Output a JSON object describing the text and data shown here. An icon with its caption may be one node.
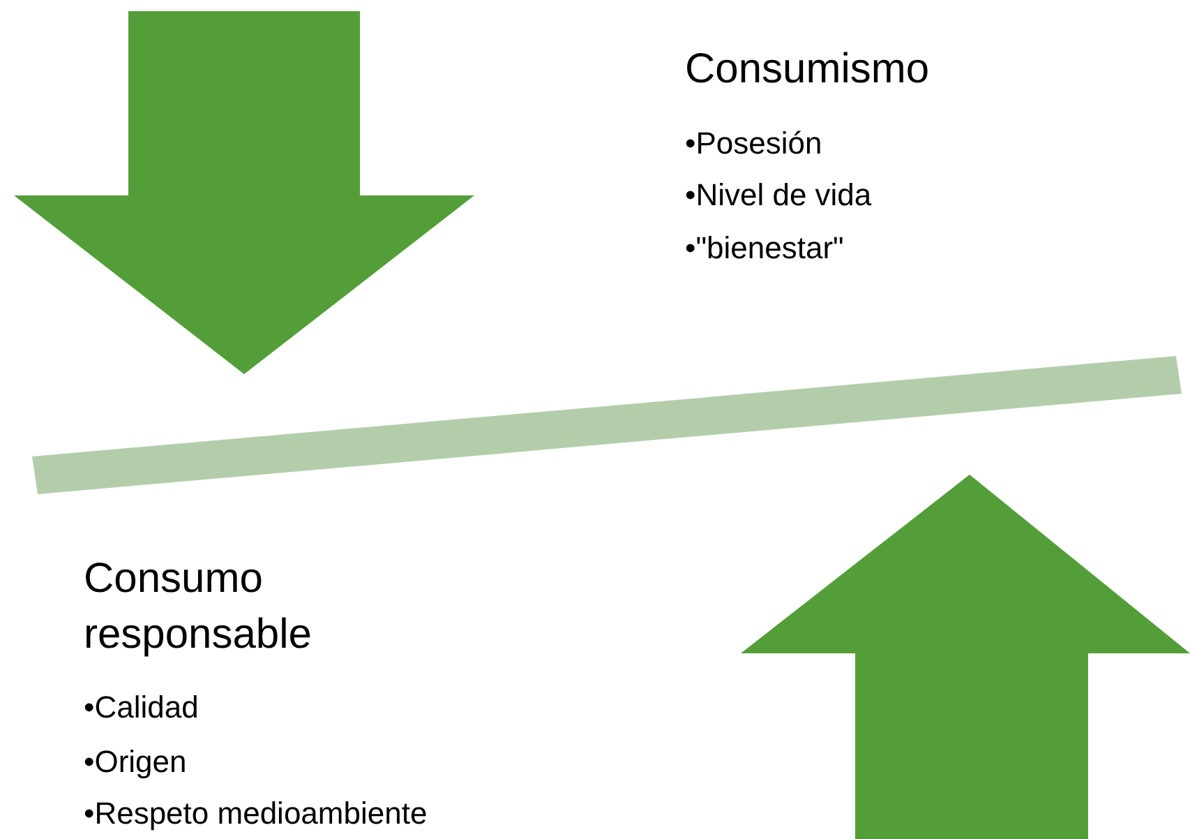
{
  "diagram": {
    "labels": [
      "Consumismo",
      "•Posesión",
      "•Nivel de vida",
      "•\"bienestar\"",
      "Consumo responsable",
      "•Calidad",
      "•Origen",
      "•Respeto medioambiente"
    ]
  }
}
